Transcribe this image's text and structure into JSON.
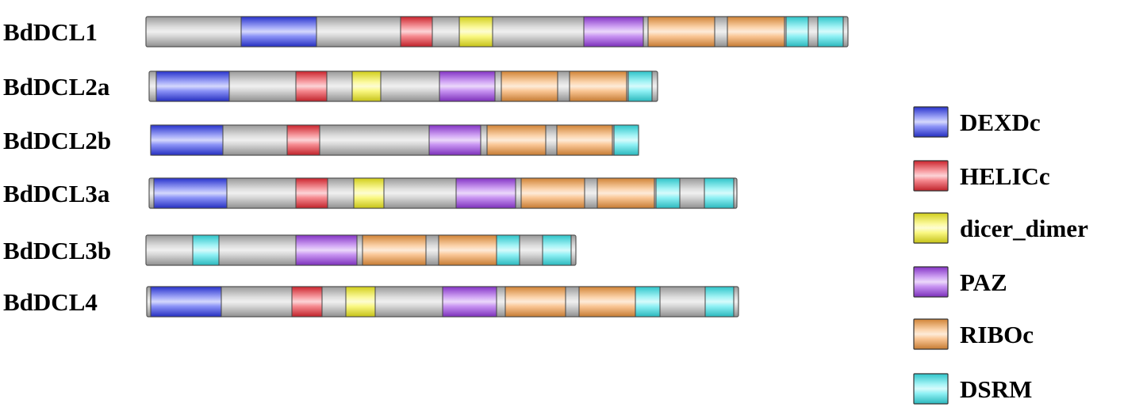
{
  "domain_colors": {
    "DEXDc": "#2e3bf0",
    "HELICc": "#ef2a35",
    "dicer_dimer": "#f6f21e",
    "PAZ": "#9b3ce8",
    "RIBOc": "#f69a40",
    "DSRM": "#36e6ec",
    "backbone": "#b4b4b4"
  },
  "proteins": [
    {
      "name": "BdDCL1",
      "domains": [
        {
          "type": "DEXDc"
        },
        {
          "type": "HELICc"
        },
        {
          "type": "dicer_dimer"
        },
        {
          "type": "PAZ"
        },
        {
          "type": "RIBOc"
        },
        {
          "type": "RIBOc"
        },
        {
          "type": "DSRM"
        },
        {
          "type": "DSRM"
        }
      ]
    },
    {
      "name": "BdDCL2a",
      "domains": [
        {
          "type": "DEXDc"
        },
        {
          "type": "HELICc"
        },
        {
          "type": "dicer_dimer"
        },
        {
          "type": "PAZ"
        },
        {
          "type": "RIBOc"
        },
        {
          "type": "RIBOc"
        },
        {
          "type": "DSRM"
        }
      ]
    },
    {
      "name": "BdDCL2b",
      "domains": [
        {
          "type": "DEXDc"
        },
        {
          "type": "HELICc"
        },
        {
          "type": "PAZ"
        },
        {
          "type": "RIBOc"
        },
        {
          "type": "RIBOc"
        },
        {
          "type": "DSRM"
        }
      ]
    },
    {
      "name": "BdDCL3a",
      "domains": [
        {
          "type": "DEXDc"
        },
        {
          "type": "HELICc"
        },
        {
          "type": "dicer_dimer"
        },
        {
          "type": "PAZ"
        },
        {
          "type": "RIBOc"
        },
        {
          "type": "RIBOc"
        },
        {
          "type": "DSRM"
        },
        {
          "type": "DSRM"
        }
      ]
    },
    {
      "name": "BdDCL3b",
      "domains": [
        {
          "type": "DSRM"
        },
        {
          "type": "PAZ"
        },
        {
          "type": "RIBOc"
        },
        {
          "type": "RIBOc"
        },
        {
          "type": "DSRM"
        },
        {
          "type": "DSRM"
        }
      ]
    },
    {
      "name": "BdDCL4",
      "domains": [
        {
          "type": "DEXDc"
        },
        {
          "type": "HELICc"
        },
        {
          "type": "dicer_dimer"
        },
        {
          "type": "PAZ"
        },
        {
          "type": "RIBOc"
        },
        {
          "type": "RIBOc"
        },
        {
          "type": "DSRM"
        },
        {
          "type": "DSRM"
        }
      ]
    }
  ],
  "legend": [
    {
      "type": "DEXDc",
      "label": "DEXDc"
    },
    {
      "type": "HELICc",
      "label": "HELICc"
    },
    {
      "type": "dicer_dimer",
      "label": "dicer_dimer"
    },
    {
      "type": "PAZ",
      "label": "PAZ"
    },
    {
      "type": "RIBOc",
      "label": "RIBOc"
    },
    {
      "type": "DSRM",
      "label": "DSRM"
    }
  ]
}
